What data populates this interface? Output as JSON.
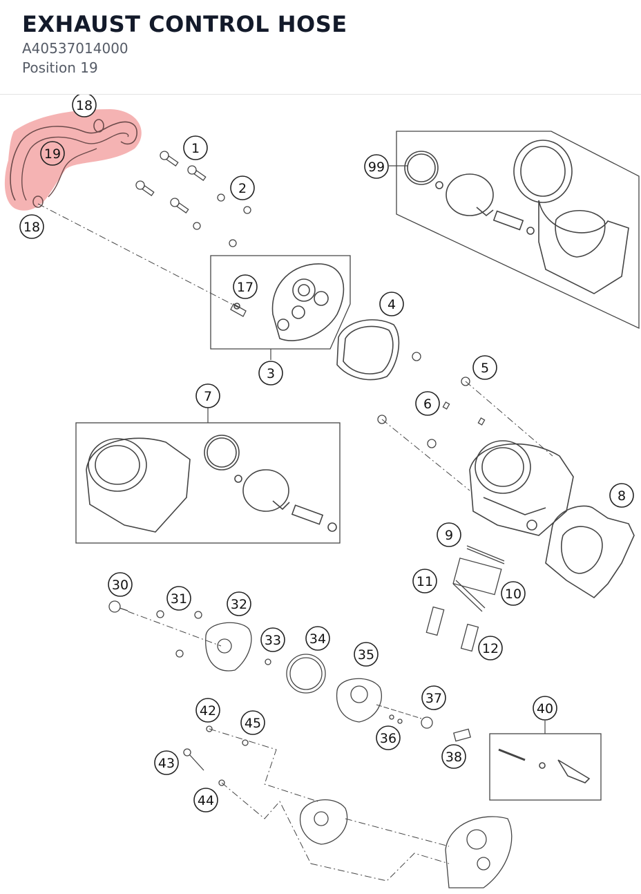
{
  "header": {
    "title": "EXHAUST CONTROL HOSE",
    "part_number": "A40537014000",
    "position_label": "Position 19"
  },
  "diagram": {
    "highlight_color": "#f08a8a",
    "callouts": [
      {
        "id": "c18a",
        "label": "18"
      },
      {
        "id": "c19",
        "label": "19"
      },
      {
        "id": "c18b",
        "label": "18"
      },
      {
        "id": "c1",
        "label": "1"
      },
      {
        "id": "c2",
        "label": "2"
      },
      {
        "id": "c99",
        "label": "99"
      },
      {
        "id": "c17",
        "label": "17"
      },
      {
        "id": "c3",
        "label": "3"
      },
      {
        "id": "c4",
        "label": "4"
      },
      {
        "id": "c5",
        "label": "5"
      },
      {
        "id": "c6",
        "label": "6"
      },
      {
        "id": "c7",
        "label": "7"
      },
      {
        "id": "c8",
        "label": "8"
      },
      {
        "id": "c9",
        "label": "9"
      },
      {
        "id": "c11",
        "label": "11"
      },
      {
        "id": "c10",
        "label": "10"
      },
      {
        "id": "c12",
        "label": "12"
      },
      {
        "id": "c30",
        "label": "30"
      },
      {
        "id": "c31",
        "label": "31"
      },
      {
        "id": "c32",
        "label": "32"
      },
      {
        "id": "c33",
        "label": "33"
      },
      {
        "id": "c34",
        "label": "34"
      },
      {
        "id": "c35",
        "label": "35"
      },
      {
        "id": "c37",
        "label": "37"
      },
      {
        "id": "c36",
        "label": "36"
      },
      {
        "id": "c38",
        "label": "38"
      },
      {
        "id": "c40",
        "label": "40"
      },
      {
        "id": "c42",
        "label": "42"
      },
      {
        "id": "c45",
        "label": "45"
      },
      {
        "id": "c43",
        "label": "43"
      },
      {
        "id": "c44",
        "label": "44"
      }
    ]
  }
}
